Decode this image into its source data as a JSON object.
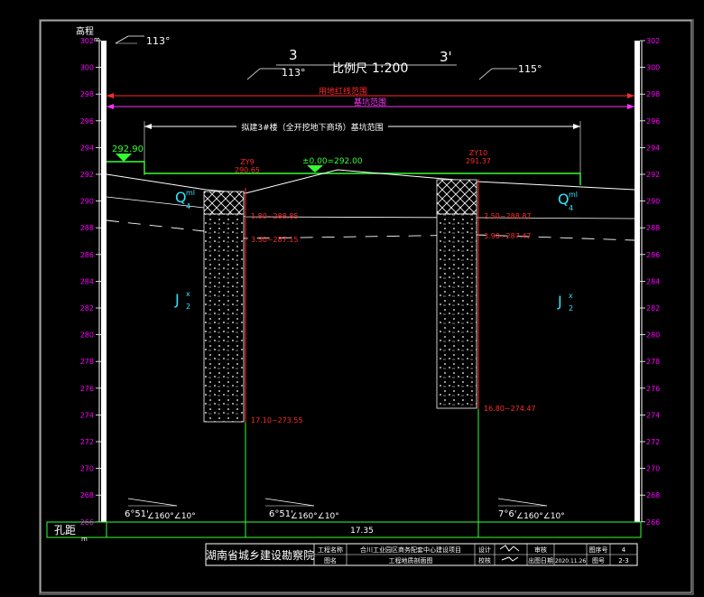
{
  "drawing": {
    "section_label_left": "3",
    "section_label_right": "3'",
    "scale_label": "比例尺",
    "scale_value": "1:200",
    "elevation_header": "高程",
    "elevation_unit": "m",
    "elevation_ticks": [
      "302",
      "300",
      "298",
      "296",
      "294",
      "292",
      "290",
      "288",
      "286",
      "284",
      "282",
      "280",
      "278",
      "276",
      "274",
      "272",
      "270",
      "268",
      "266"
    ],
    "angles": {
      "top_left": "113°",
      "mid_left": "113°",
      "mid_right": "115°"
    },
    "dimension_lines": {
      "red_range": "用地红线范围",
      "magenta_range": "基坑范围",
      "building_range": "拟建3#楼（全开挖地下商场）基坑范围"
    },
    "ground_level": "292.90",
    "datum": "±0.00=292.00",
    "boreholes": [
      {
        "id": "ZY9",
        "elev": "290.65",
        "depth1": "1.80~288.85",
        "depth2": "3.30~287.15",
        "bottom": "17.10~273.55"
      },
      {
        "id": "ZY10",
        "elev": "291.37",
        "depth1": "2.50~288.87",
        "depth2": "3.90~287.47",
        "bottom": "16.80~274.47"
      }
    ],
    "stratum_q4": "Q",
    "stratum_q4_sup": "ml",
    "stratum_q4_sub": "4",
    "stratum_j2": "J",
    "stratum_j2_sup": "x",
    "stratum_j2_sub": "2",
    "slope_labels": [
      "6°51'",
      "∠160°∠10°",
      "6°51'",
      "∠160°∠10°",
      "7°6'",
      "∠160°∠10°"
    ],
    "bottom_row_label": "孔距",
    "bottom_row_unit": "m",
    "bottom_distance": "17.35"
  },
  "title_block": {
    "institute": "湖南省城乡建设勘察院",
    "project_name_label": "工程名称",
    "project_name": "合川工业园区商务配套中心建设项目",
    "drawing_name_label": "图名",
    "drawing_name": "工程地质剖面图",
    "review_label": "审核",
    "check_label": "校核",
    "date_label": "出图日期",
    "date_value": "2020.11.26",
    "seq_label": "图序号",
    "seq_value": "4",
    "num_label": "图号",
    "num_value": "2-3",
    "designer_label": "设计"
  },
  "colors": {
    "background": "#000000",
    "axis": "#ffffff",
    "tick_label": "#ff00ff",
    "red_line": "#ff2a2a",
    "magenta_line": "#ff33ff",
    "green_line": "#33ff33",
    "cyan_text": "#33e6ff",
    "dim_line": "#ffffff"
  }
}
